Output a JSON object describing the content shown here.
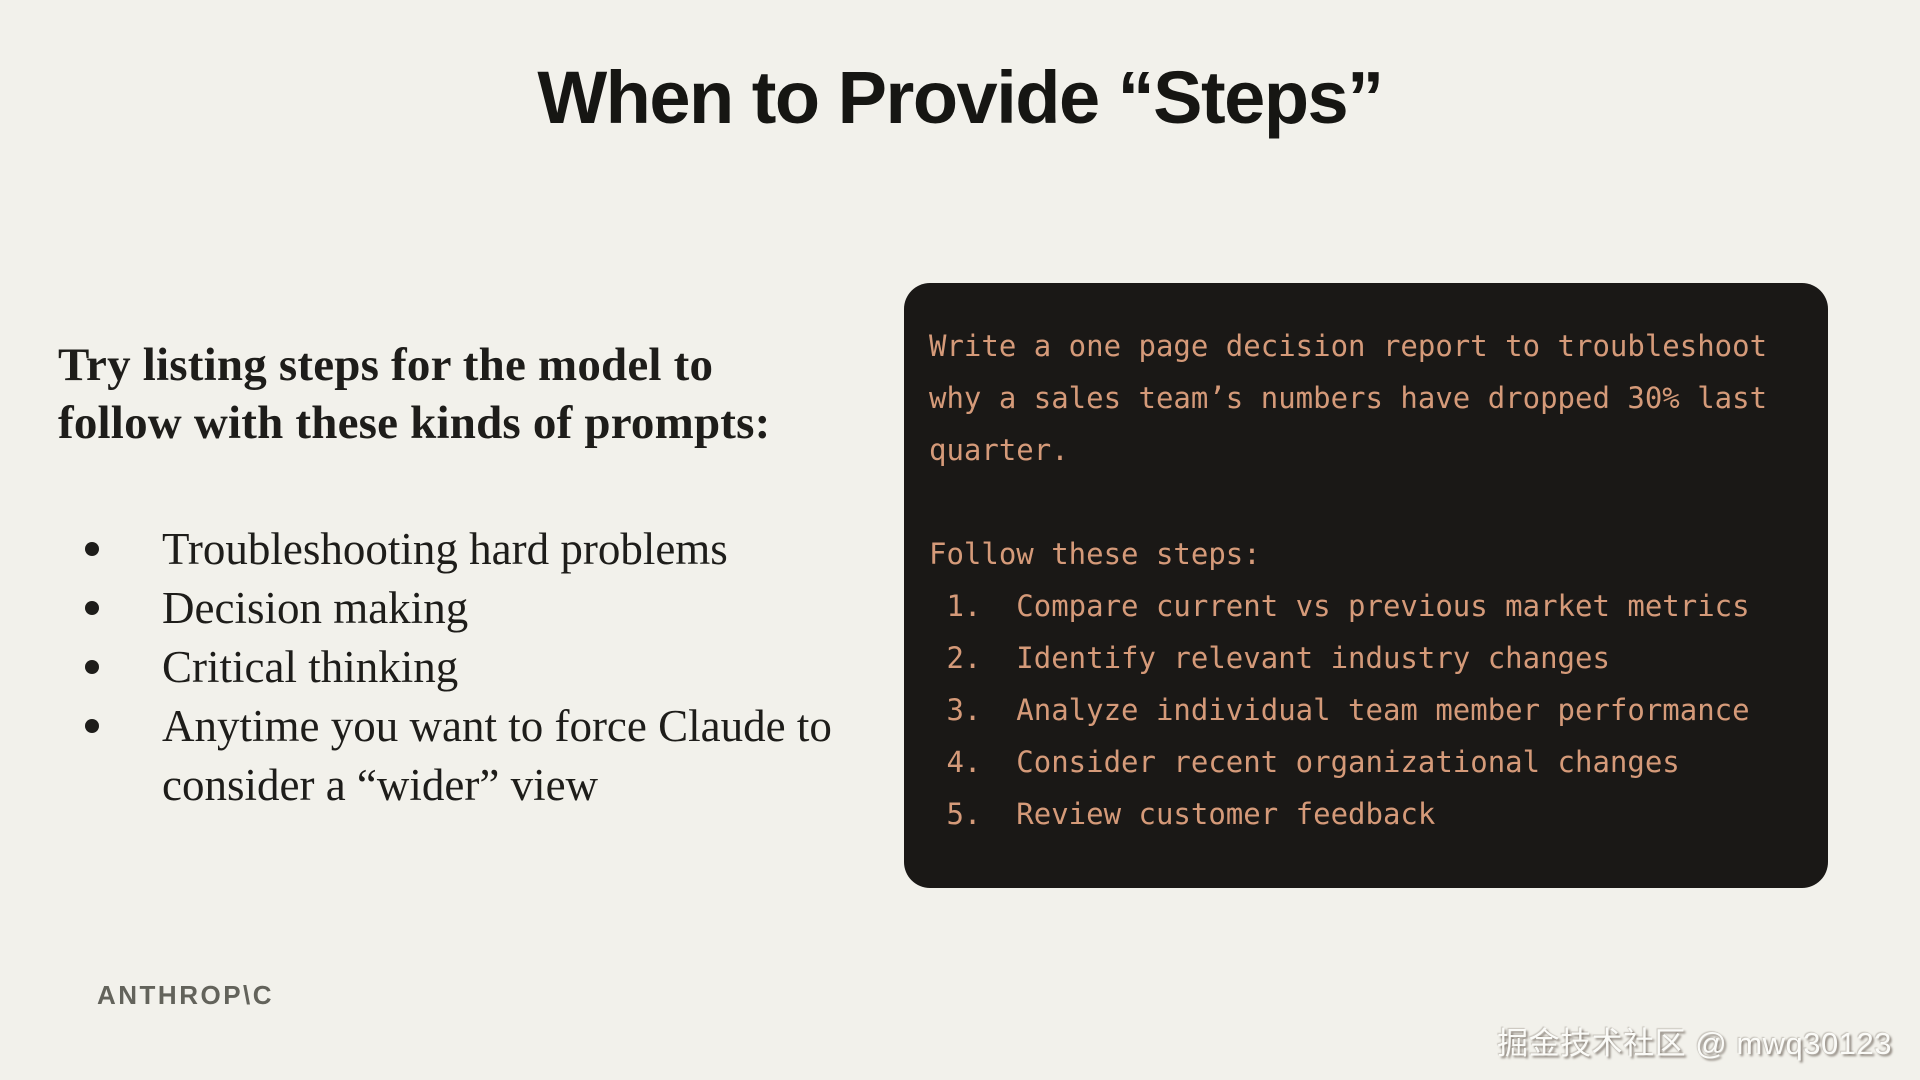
{
  "slide": {
    "title": "When to Provide “Steps”",
    "left": {
      "heading_lines": [
        "Try listing steps for the model to",
        "follow with these kinds of prompts:"
      ],
      "bullets": [
        "Troubleshooting hard problems",
        "Decision making",
        "Critical thinking",
        "Anytime you want to force Claude to consider a “wider” view"
      ]
    },
    "code_block": {
      "lines": [
        "Write a one page decision report to troubleshoot",
        "why a sales team’s numbers have dropped 30% last",
        "quarter.",
        "",
        "Follow these steps:",
        " 1.  Compare current vs previous market metrics",
        " 2.  Identify relevant industry changes",
        " 3.  Analyze individual team member performance",
        " 4.  Consider recent organizational changes",
        " 5.  Review customer feedback"
      ],
      "background": "#1a1816",
      "text_color": "#d59a79"
    },
    "footer": {
      "logo": "ANTHROP\\C"
    },
    "watermark": "掘金技术社区 @ mwq30123",
    "colors": {
      "page_background": "#f2f1eb",
      "title_text": "#161613",
      "body_text": "#1e1d1a",
      "logo_text": "#63635b"
    }
  }
}
